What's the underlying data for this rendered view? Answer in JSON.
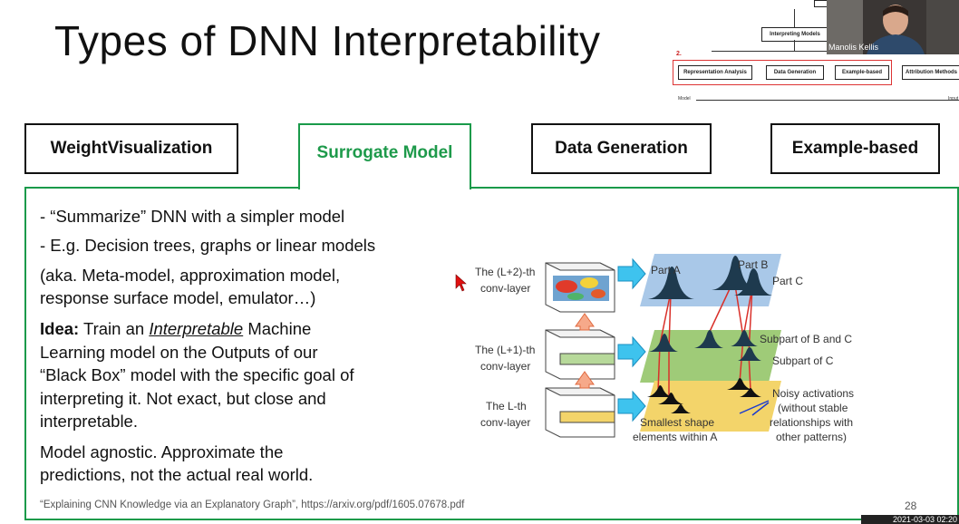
{
  "slide": {
    "title": "Types of DNN Interpretability",
    "tabs": [
      {
        "label": "WeightVisualization",
        "active": false
      },
      {
        "label": "Surrogate Model",
        "active": true
      },
      {
        "label": "Data Generation",
        "active": false
      },
      {
        "label": "Example-based",
        "active": false
      }
    ],
    "bullet1": "- “Summarize” DNN with a simpler model",
    "bullet2": "- E.g. Decision trees, graphs or linear models",
    "aka_line1": "(aka. Meta-model, approximation model,",
    "aka_line2": "response surface model, emulator…)",
    "idea_label": "Idea:",
    "idea_pre": " Train an ",
    "idea_em": "Interpretable",
    "idea_post": " Machine",
    "idea_line2": "Learning model on the Outputs of our",
    "idea_line3": "“Black Box” model with the specific goal of",
    "idea_line4": "interpreting it. Not exact, but close and",
    "idea_line5": "interpretable.",
    "agnostic_line1": "Model agnostic. Approximate the",
    "agnostic_line2": "predictions, not the actual real world.",
    "footnote": "“Explaining CNN Knowledge via an Explanatory Graph”, https://arxiv.org/pdf/1605.07678.pdf",
    "page_number": "28",
    "accent_color": "#1a9a4a"
  },
  "figure": {
    "layer_top_line1": "The (L+2)-th",
    "layer_top_line2": "conv-layer",
    "layer_mid_line1": "The (L+1)-th",
    "layer_mid_line2": "conv-layer",
    "layer_bot_line1": "The L-th",
    "layer_bot_line2": "conv-layer",
    "part_a": "Part A",
    "part_b": "Part B",
    "part_c": "Part C",
    "subpart_bc": "Subpart of B and C",
    "subpart_c": "Subpart of C",
    "noisy_line1": "Noisy activations",
    "noisy_line2": "(without stable",
    "noisy_line3": "relationships with",
    "noisy_line4": "other patterns)",
    "smallest_line1": "Smallest shape",
    "smallest_line2": "elements within A"
  },
  "mini_diagram": {
    "top_box": "Interpreting Models",
    "number": "2.",
    "boxes": [
      "Representation Analysis",
      "Data Generation",
      "Example-based",
      "Attribution Methods"
    ],
    "axis_left": "Model",
    "axis_right": "Input"
  },
  "webcam": {
    "name": "Manolis Kellis"
  },
  "timestamp": "2021-03-03 02:20"
}
